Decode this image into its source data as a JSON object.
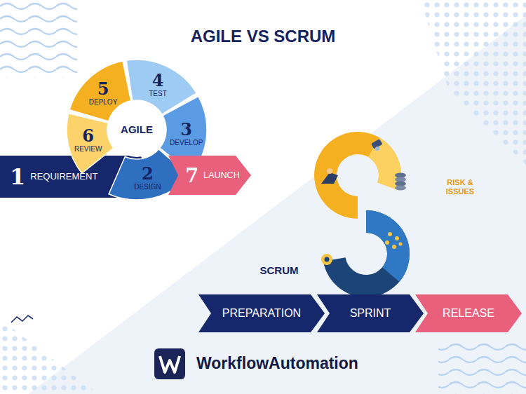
{
  "diagram": {
    "title": "AGILE VS SCRUM",
    "nodes": [
      {
        "text": [
          "1",
          "REQUIREMENT"
        ]
      },
      {
        "text": [
          "2",
          "DESIGN"
        ]
      },
      {
        "text": [
          "3",
          "DEVELOP"
        ]
      },
      {
        "text": [
          "4",
          "TEST"
        ]
      },
      {
        "text": [
          "5",
          "DEPLOY"
        ]
      },
      {
        "text": [
          "6",
          "REVIEW"
        ]
      },
      {
        "text": [
          "AGILE"
        ]
      },
      {
        "text": [
          "7",
          "LAUNCH"
        ]
      },
      {
        "text": [
          "PREPARATION"
        ]
      },
      {
        "text": [
          "SPRINT"
        ]
      },
      {
        "text": [
          "RELEASE"
        ]
      }
    ],
    "labels": [
      "RISK & ISSUES",
      "SCRUM",
      "WorkflowAutomation"
    ]
  }
}
